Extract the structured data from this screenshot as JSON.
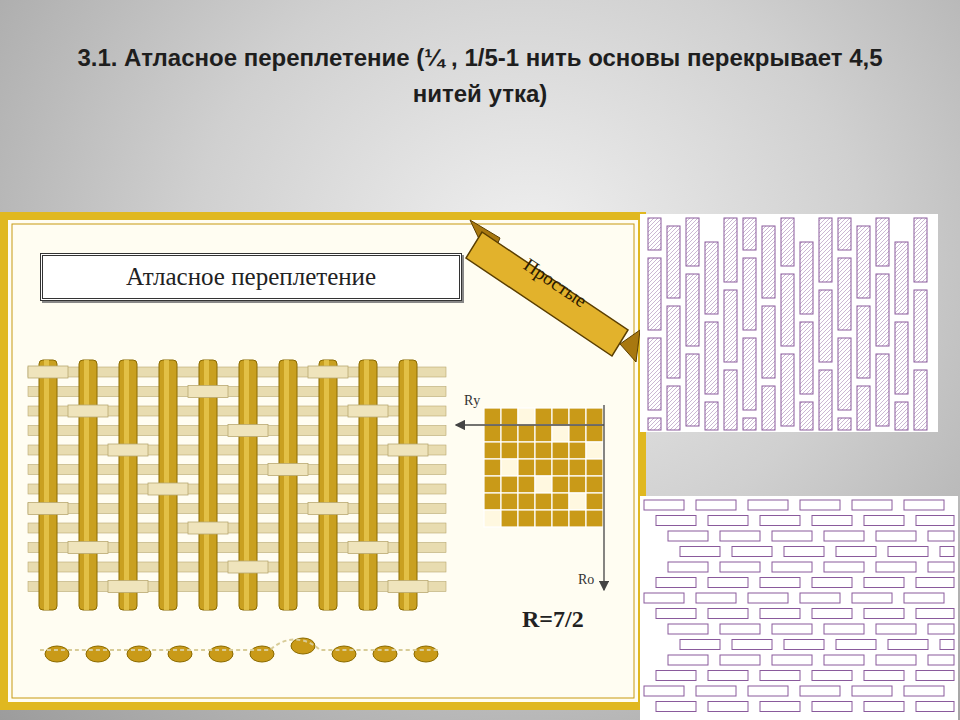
{
  "diagram": {
    "title": "3.1. Атласное переплетение (¼ , 1/5-1 нить основы перекрывает 4,5 нитей утка)",
    "nodes": [
      {
        "text": [
          "Атласное переплетение"
        ]
      },
      {
        "text": [
          "Простые"
        ]
      }
    ],
    "labels": [
      "Rу",
      "Rо",
      "R=7/2"
    ]
  }
}
